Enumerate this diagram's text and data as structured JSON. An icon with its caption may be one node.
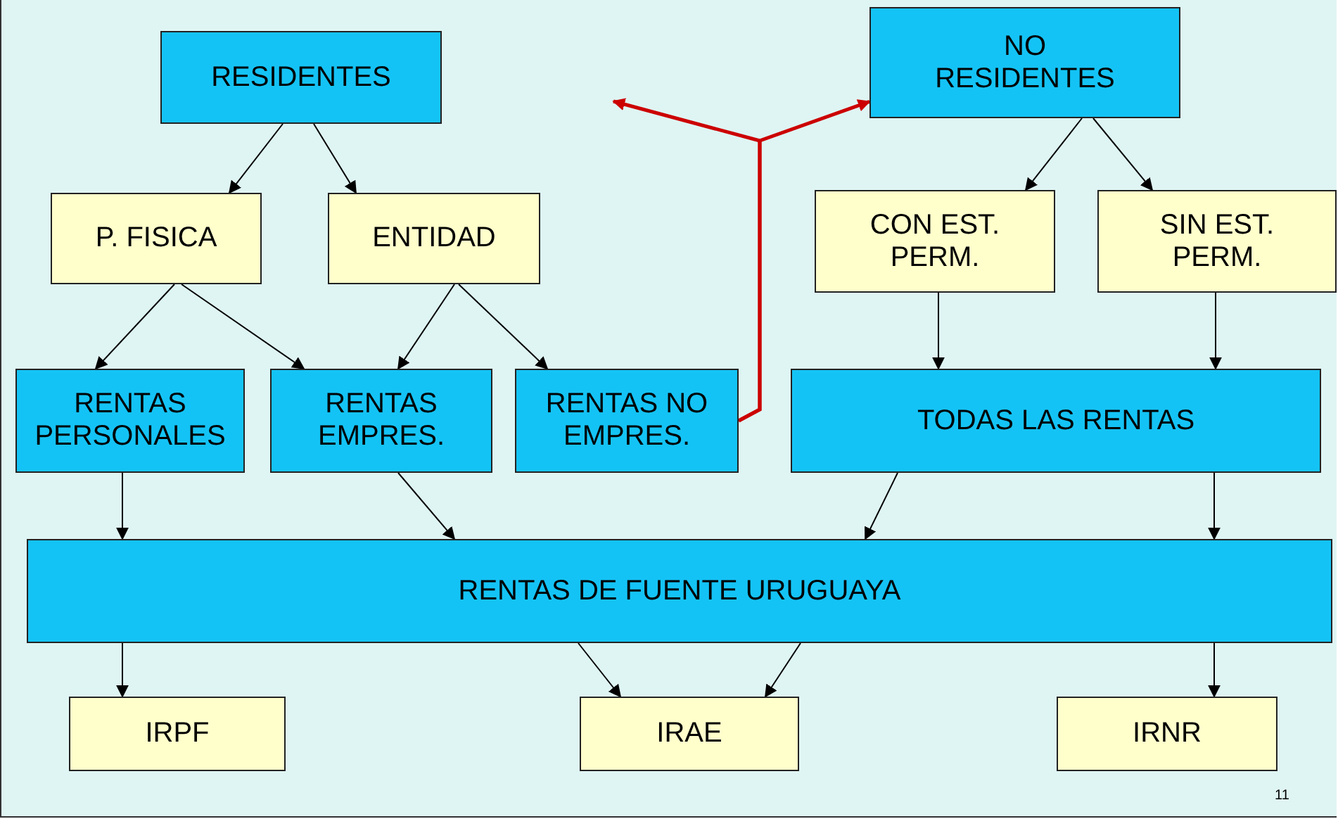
{
  "diagram": {
    "nodes": [
      {
        "text": [
          "RESIDENTES"
        ]
      },
      {
        "text": [
          "NO RESIDENTES"
        ]
      },
      {
        "text": [
          "P. FISICA"
        ]
      },
      {
        "text": [
          "ENTIDAD"
        ]
      },
      {
        "text": [
          "CON EST. PERM."
        ]
      },
      {
        "text": [
          "SIN EST. PERM."
        ]
      },
      {
        "text": [
          "RENTAS PERSONALES"
        ]
      },
      {
        "text": [
          "RENTAS EMPRES."
        ]
      },
      {
        "text": [
          "RENTAS NO EMPRES."
        ]
      },
      {
        "text": [
          "TODAS LAS RENTAS"
        ]
      },
      {
        "text": [
          "RENTAS DE FUENTE URUGUAYA"
        ]
      },
      {
        "text": [
          "IRPF"
        ]
      },
      {
        "text": [
          "IRAE"
        ]
      },
      {
        "text": [
          "IRNR"
        ]
      }
    ],
    "edges": [
      {
        "from": 0,
        "to": 2,
        "arrow": "to"
      },
      {
        "from": 0,
        "to": 3,
        "arrow": "to"
      },
      {
        "from": 1,
        "to": 4,
        "arrow": "to"
      },
      {
        "from": 1,
        "to": 5,
        "arrow": "to"
      },
      {
        "from": 2,
        "to": 6,
        "arrow": "to"
      },
      {
        "from": 2,
        "to": 7,
        "arrow": "to"
      },
      {
        "from": 3,
        "to": 7,
        "arrow": "to"
      },
      {
        "from": 3,
        "to": 8,
        "arrow": "to"
      },
      {
        "from": 4,
        "to": 9,
        "arrow": "to"
      },
      {
        "from": 5,
        "to": 9,
        "arrow": "to"
      },
      {
        "from": 6,
        "to": 10,
        "arrow": "to"
      },
      {
        "from": 7,
        "to": 10,
        "arrow": "to"
      },
      {
        "from": 9,
        "to": 10,
        "arrow": "to"
      },
      {
        "from": 9,
        "to": 10,
        "arrow": "to"
      },
      {
        "from": 10,
        "to": 11,
        "arrow": "to"
      },
      {
        "from": 10,
        "to": 12,
        "arrow": "to"
      },
      {
        "from": 10,
        "to": 12,
        "arrow": "to"
      },
      {
        "from": 10,
        "to": 13,
        "arrow": "to"
      },
      {
        "from": 8,
        "to": null,
        "arrow": "to",
        "style": "thick",
        "color": "#cc0000"
      },
      {
        "from": 8,
        "to": 1,
        "arrow": "to",
        "style": "thick",
        "color": "#cc0000"
      }
    ],
    "labels": [
      "11"
    ]
  }
}
